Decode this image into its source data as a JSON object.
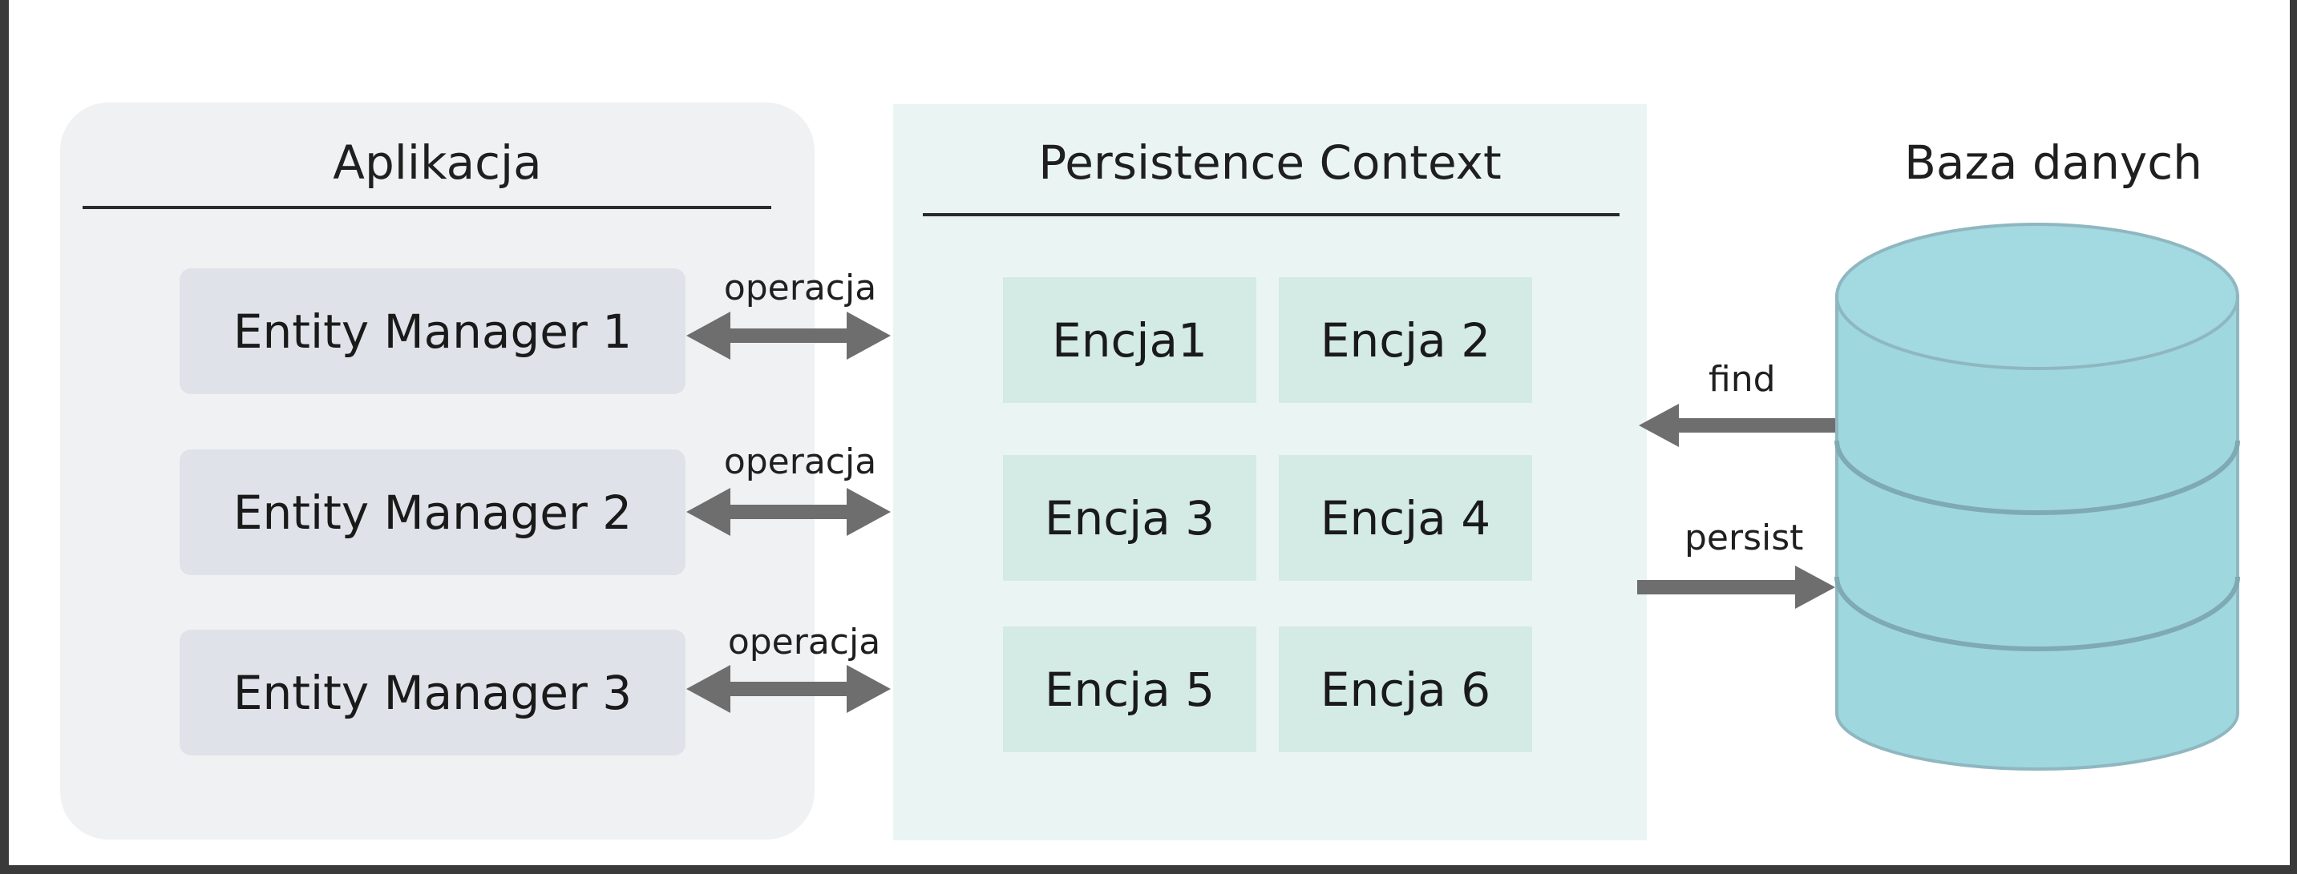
{
  "application": {
    "title": "Aplikacja",
    "entity_managers": [
      {
        "label": "Entity Manager 1",
        "operation": "operacja"
      },
      {
        "label": "Entity Manager 2",
        "operation": "operacja"
      },
      {
        "label": "Entity Manager 3",
        "operation": "operacja"
      }
    ]
  },
  "persistence_context": {
    "title": "Persistence Context",
    "entities": [
      "Encja1",
      "Encja 2",
      "Encja 3",
      "Encja 4",
      "Encja 5",
      "Encja 6"
    ]
  },
  "database": {
    "title": "Baza danych",
    "find_label": "find",
    "persist_label": "persist"
  },
  "colors": {
    "app_panel": "#f0f1f3",
    "entity_manager_box": "#dfe2e8",
    "persistence_panel": "#eaf5f3",
    "entity_box": "#d4ebe5",
    "arrow": "#6e6e6e",
    "db_fill": "#9fd7df",
    "db_stroke": "#8fb7c0"
  },
  "icons": [
    "double-arrow-icon",
    "left-arrow-icon",
    "right-arrow-icon",
    "database-cylinder-icon"
  ]
}
